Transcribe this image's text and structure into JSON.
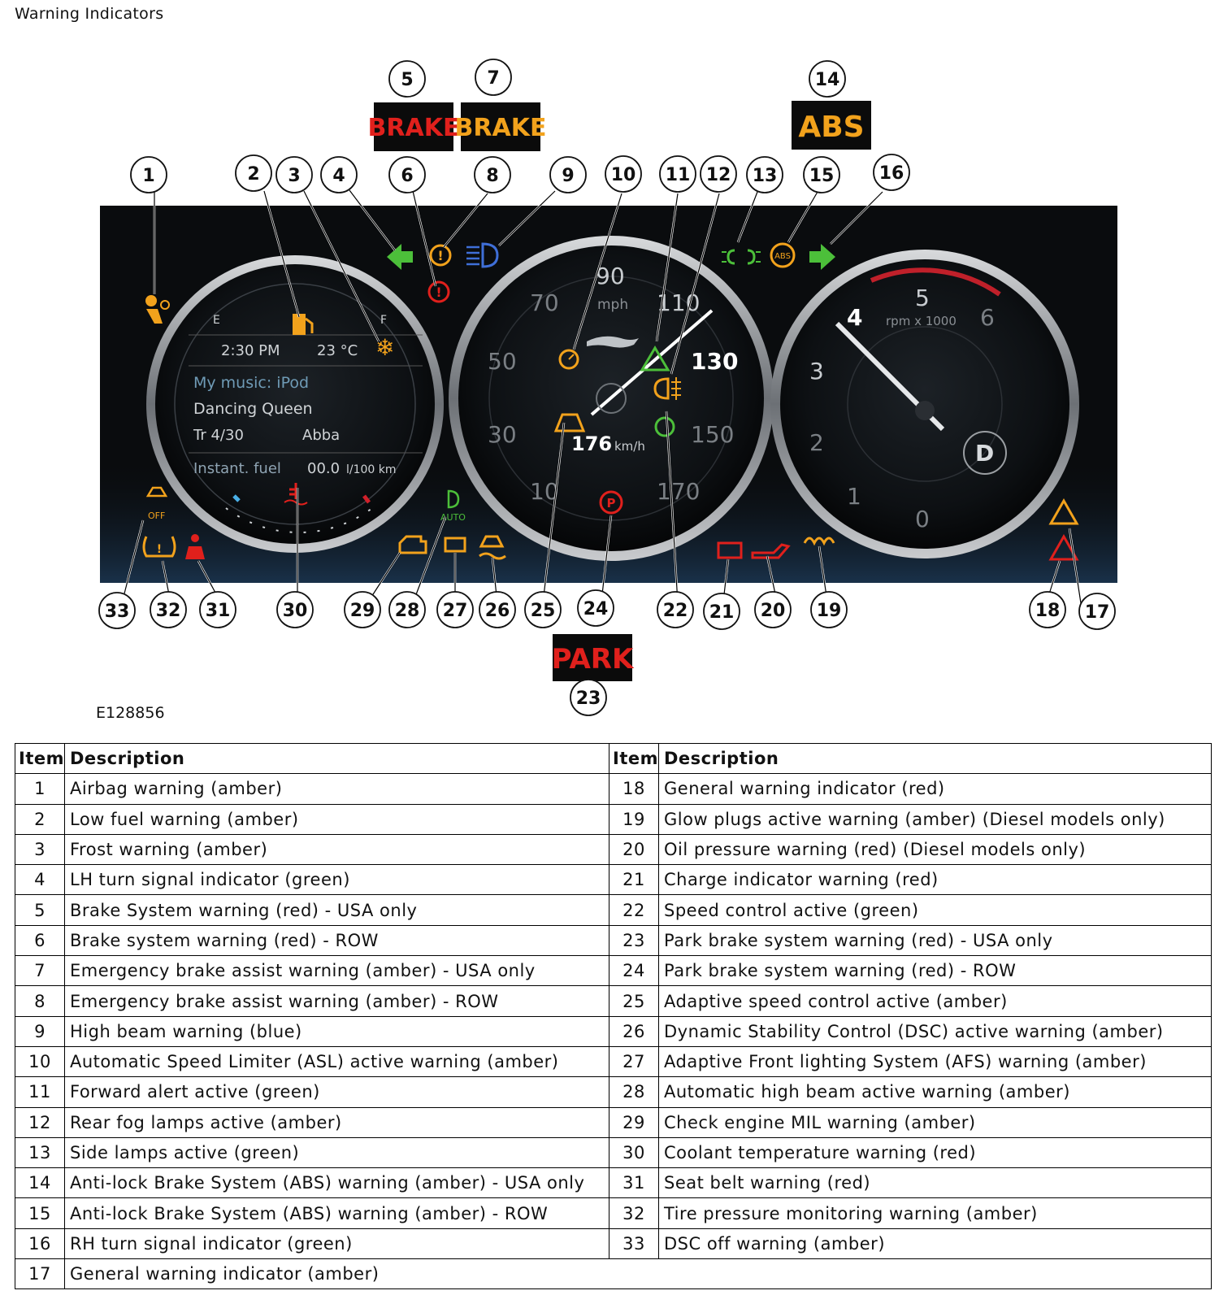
{
  "page_title": "Warning Indicators",
  "figure": {
    "code": "E128856",
    "signs": {
      "brake_usa": "BRAKE",
      "brake_assist_usa": "BRAKE",
      "abs_usa": "ABS",
      "park_usa": "PARK"
    },
    "callouts": [
      "1",
      "2",
      "3",
      "4",
      "5",
      "6",
      "7",
      "8",
      "9",
      "10",
      "11",
      "12",
      "13",
      "14",
      "15",
      "16",
      "17",
      "18",
      "19",
      "20",
      "21",
      "22",
      "23",
      "24",
      "25",
      "26",
      "27",
      "28",
      "29",
      "30",
      "31",
      "32",
      "33"
    ],
    "left_gauge": {
      "empty_label": "E",
      "full_label": "F",
      "time": "2:30 PM",
      "temperature": "23 °C",
      "source": "My music: iPod",
      "track": "Dancing Queen",
      "track_number": "Tr 4/30",
      "artist": "Abba",
      "fuel_label": "Instant. fuel",
      "fuel_value": "00.0",
      "fuel_unit": "l/100 km"
    },
    "speedometer": {
      "ticks": [
        "10",
        "30",
        "50",
        "70",
        "90",
        "110",
        "130",
        "150",
        "170"
      ],
      "unit": "mph",
      "digital_speed": "176",
      "digital_unit": "km/h"
    },
    "tachometer": {
      "ticks": [
        "0",
        "1",
        "2",
        "3",
        "4",
        "5",
        "6"
      ],
      "unit": "rpm x 1000",
      "gear": "D"
    },
    "icon_texts": {
      "dsc_off": "OFF",
      "auto_beam": "AUTO",
      "abs_badge": "ABS",
      "park_badge": "P"
    },
    "colors": {
      "red": "#e0201c",
      "amber": "#f2a21c",
      "green": "#4cbf3a",
      "blue": "#3f6fd8",
      "sign_bg": "#0b0b0b"
    }
  },
  "table": {
    "headers": {
      "item": "Item",
      "description": "Description"
    },
    "rows": [
      {
        "l_item": "1",
        "l_desc": "Airbag warning (amber)",
        "r_item": "18",
        "r_desc": "General warning indicator (red)"
      },
      {
        "l_item": "2",
        "l_desc": "Low fuel warning (amber)",
        "r_item": "19",
        "r_desc": "Glow plugs active warning (amber) (Diesel models only)"
      },
      {
        "l_item": "3",
        "l_desc": "Frost warning (amber)",
        "r_item": "20",
        "r_desc": "Oil pressure warning (red) (Diesel models only)"
      },
      {
        "l_item": "4",
        "l_desc": "LH turn signal indicator (green)",
        "r_item": "21",
        "r_desc": "Charge indicator warning (red)"
      },
      {
        "l_item": "5",
        "l_desc": "Brake System warning (red) - USA only",
        "r_item": "22",
        "r_desc": "Speed control active (green)"
      },
      {
        "l_item": "6",
        "l_desc": "Brake system warning (red) - ROW",
        "r_item": "23",
        "r_desc": "Park brake system warning (red) - USA only"
      },
      {
        "l_item": "7",
        "l_desc": "Emergency brake assist warning (amber) - USA only",
        "r_item": "24",
        "r_desc": "Park brake system warning (red) - ROW"
      },
      {
        "l_item": "8",
        "l_desc": "Emergency brake assist warning (amber) - ROW",
        "r_item": "25",
        "r_desc": "Adaptive speed control active (amber)"
      },
      {
        "l_item": "9",
        "l_desc": "High beam warning (blue)",
        "r_item": "26",
        "r_desc": "Dynamic Stability Control (DSC) active warning (amber)"
      },
      {
        "l_item": "10",
        "l_desc": "Automatic Speed Limiter (ASL) active warning (amber)",
        "r_item": "27",
        "r_desc": "Adaptive Front lighting System (AFS) warning (amber)"
      },
      {
        "l_item": "11",
        "l_desc": "Forward alert active (green)",
        "r_item": "28",
        "r_desc": "Automatic high beam active warning (amber)"
      },
      {
        "l_item": "12",
        "l_desc": "Rear fog lamps active (amber)",
        "r_item": "29",
        "r_desc": "Check engine MIL warning (amber)"
      },
      {
        "l_item": "13",
        "l_desc": "Side lamps active (green)",
        "r_item": "30",
        "r_desc": "Coolant temperature warning (red)"
      },
      {
        "l_item": "14",
        "l_desc": "Anti-lock Brake System (ABS) warning (amber) - USA only",
        "r_item": "31",
        "r_desc": "Seat belt warning (red)"
      },
      {
        "l_item": "15",
        "l_desc": "Anti-lock Brake System (ABS) warning (amber) - ROW",
        "r_item": "32",
        "r_desc": "Tire pressure monitoring warning (amber)"
      },
      {
        "l_item": "16",
        "l_desc": "RH turn signal indicator (green)",
        "r_item": "33",
        "r_desc": "DSC off warning (amber)"
      }
    ],
    "last_row": {
      "item": "17",
      "desc": "General warning indicator (amber)"
    }
  }
}
